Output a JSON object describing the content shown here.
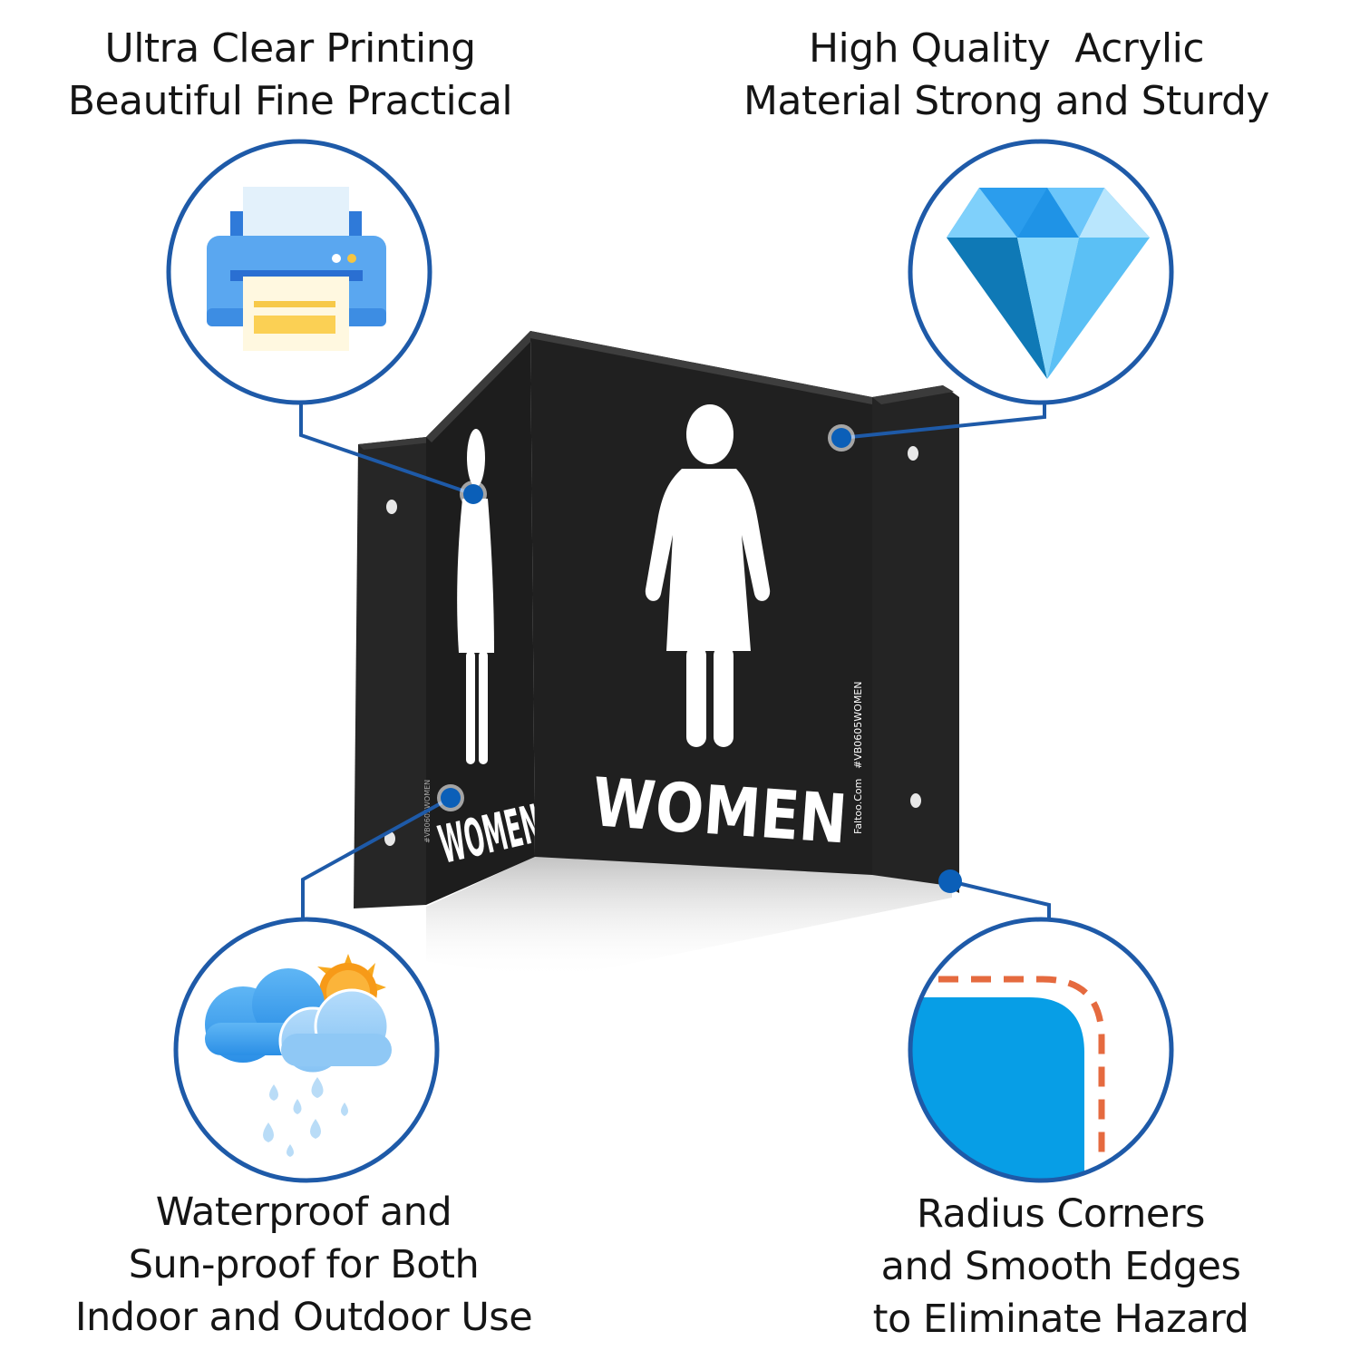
{
  "features": {
    "printing": {
      "line1": "Ultra Clear Printing",
      "line2": "Beautiful Fine Practical"
    },
    "material": {
      "line1": "High Quality  Acrylic",
      "line2": "Material Strong and Sturdy"
    },
    "weather": {
      "line1": "Waterproof and",
      "line2": "Sun-proof for Both",
      "line3": "Indoor and Outdoor Use"
    },
    "corners": {
      "line1": "Radius Corners",
      "line2": "and Smooth Edges",
      "line3": "to Eliminate Hazard"
    }
  },
  "sign": {
    "front_label": "WOMEN",
    "side_label": "WOMEN",
    "brand": "Faltoo.Com",
    "product_code": "#VB0605WOMEN"
  },
  "icons": {
    "printing": "printer-icon",
    "material": "diamond-icon",
    "weather": "cloud-sun-rain-icon",
    "corners": "rounded-corner-icon"
  },
  "colors": {
    "circle_border": "#1e5aa8",
    "connector": "#1e5aa8",
    "dot": "#0b5fb8",
    "sign_body": "#232323",
    "corner_fill": "#079ee6",
    "corner_dash": "#e56a3f"
  }
}
